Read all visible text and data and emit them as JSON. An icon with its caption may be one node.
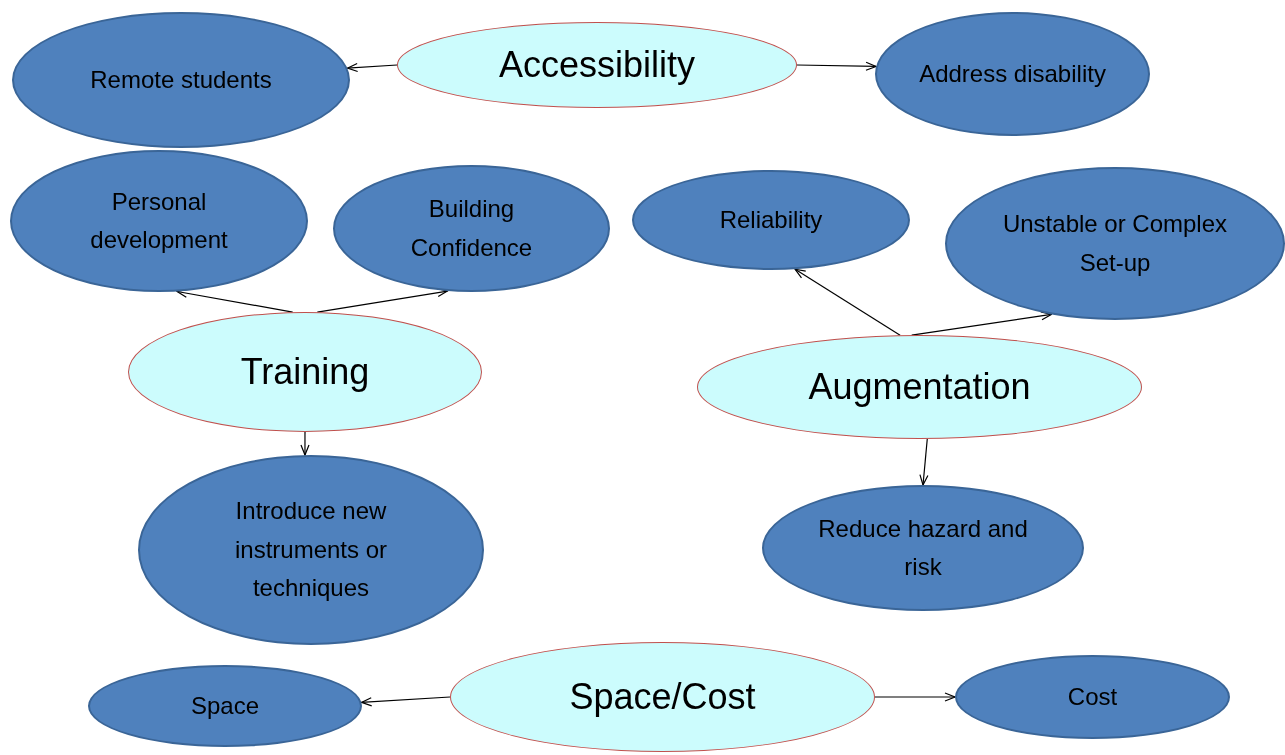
{
  "diagram": {
    "nodes": [
      {
        "text": [
          "Accessibility"
        ]
      },
      {
        "text": [
          "Remote students"
        ]
      },
      {
        "text": [
          "Address disability"
        ]
      },
      {
        "text": [
          "Personal development"
        ]
      },
      {
        "text": [
          "Building Confidence"
        ]
      },
      {
        "text": [
          "Reliability"
        ]
      },
      {
        "text": [
          "Unstable or Complex Set-up"
        ]
      },
      {
        "text": [
          "Training"
        ]
      },
      {
        "text": [
          "Augmentation"
        ]
      },
      {
        "text": [
          "Introduce new instruments or techniques"
        ]
      },
      {
        "text": [
          "Reduce hazard and risk"
        ]
      },
      {
        "text": [
          "Space/Cost"
        ]
      },
      {
        "text": [
          "Space"
        ]
      },
      {
        "text": [
          "Cost"
        ]
      }
    ],
    "edges": [
      {
        "from": 0,
        "to": 1,
        "arrow": "to"
      },
      {
        "from": 0,
        "to": 2,
        "arrow": "to"
      },
      {
        "from": 7,
        "to": 3,
        "arrow": "to"
      },
      {
        "from": 7,
        "to": 4,
        "arrow": "to"
      },
      {
        "from": 7,
        "to": 9,
        "arrow": "to"
      },
      {
        "from": 8,
        "to": 5,
        "arrow": "to"
      },
      {
        "from": 8,
        "to": 6,
        "arrow": "to"
      },
      {
        "from": 8,
        "to": 10,
        "arrow": "to"
      },
      {
        "from": 11,
        "to": 12,
        "arrow": "to"
      },
      {
        "from": 11,
        "to": 13,
        "arrow": "to"
      }
    ]
  }
}
